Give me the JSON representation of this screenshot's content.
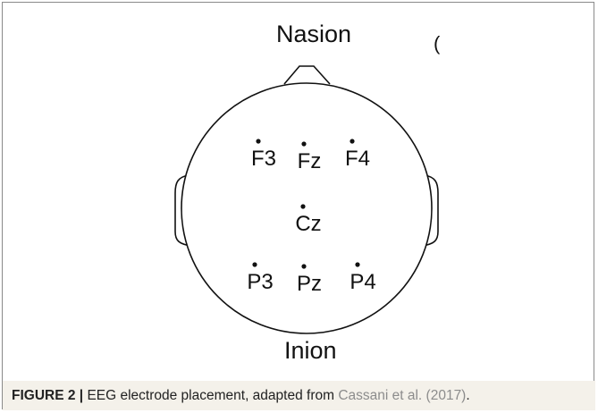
{
  "landmarks": {
    "top": "Nasion",
    "bottom": "Inion"
  },
  "stray_mark": "(",
  "electrodes": [
    {
      "id": "f3",
      "label": "F3"
    },
    {
      "id": "fz",
      "label": "Fz"
    },
    {
      "id": "f4",
      "label": "F4"
    },
    {
      "id": "cz",
      "label": "Cz"
    },
    {
      "id": "p3",
      "label": "P3"
    },
    {
      "id": "pz",
      "label": "Pz"
    },
    {
      "id": "p4",
      "label": "P4"
    }
  ],
  "caption": {
    "label": "FIGURE 2 |",
    "text": " EEG electrode placement, adapted from ",
    "link_text": "Cassani et al. (2017)",
    "end": "."
  },
  "colors": {
    "outline": "#111111",
    "caption_background": "#f4f1ea",
    "link": "#8c8c8c"
  }
}
